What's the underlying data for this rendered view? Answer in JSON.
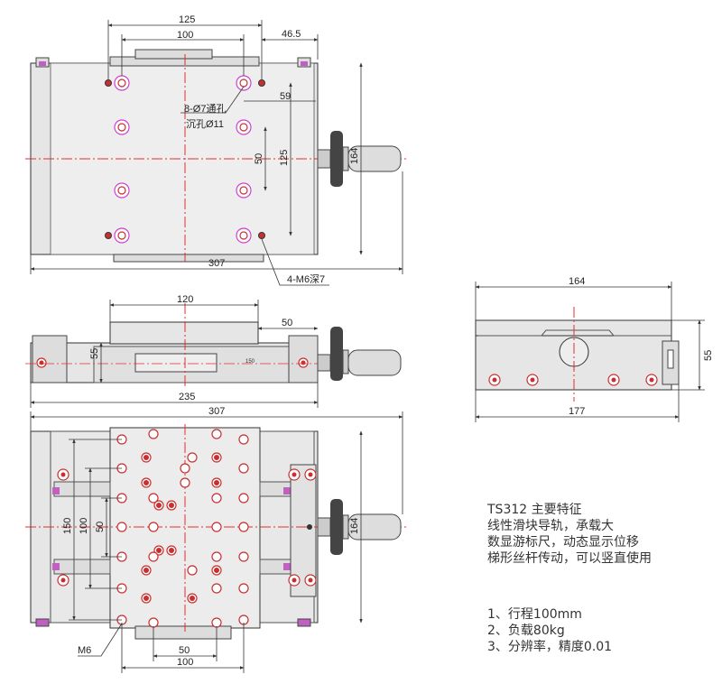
{
  "top_view": {
    "dims": {
      "w125": "125",
      "w100": "100",
      "w46_5": "46.5",
      "h59": "59",
      "h50": "50",
      "h125": "125",
      "h164": "164",
      "w307": "307"
    },
    "callouts": {
      "through_hole": "8-Ø7通孔",
      "counterbore": "沉孔Ø11",
      "thread": "4-M6深7"
    }
  },
  "side_view": {
    "dims": {
      "w120": "120",
      "w50": "50",
      "h55": "55",
      "w235": "235",
      "scale_text": "150"
    }
  },
  "end_view": {
    "dims": {
      "w164": "164",
      "h55": "55",
      "w177": "177"
    }
  },
  "bottom_view": {
    "dims": {
      "w307": "307",
      "h150": "150",
      "h100": "100",
      "h50": "50",
      "h164": "164",
      "w50": "50",
      "w100": "100"
    },
    "callouts": {
      "thread": "M6"
    }
  },
  "notes": {
    "title": "TS312  主要特征",
    "lines": [
      "线性滑块导轨，承载大",
      "数显游标尺，动态显示位移",
      "梯形丝杆传动，可以竖直使用"
    ]
  },
  "specs": [
    "1、行程100mm",
    "2、负载80kg",
    "3、分辨率，精度0.01"
  ],
  "colors": {
    "body": "#e4e4e4",
    "line": "#333333",
    "center": "#e03030",
    "hole_outline": "#d040d0",
    "hole_red": "#c83030"
  }
}
